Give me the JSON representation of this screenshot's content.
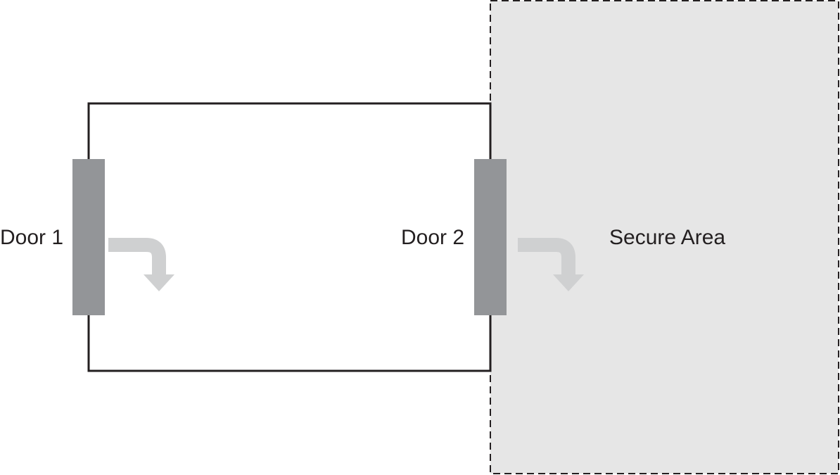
{
  "diagram": {
    "labels": {
      "door1": "Door 1",
      "door2": "Door 2",
      "secure_area": "Secure Area"
    },
    "colors": {
      "background": "#ffffff",
      "secure_area_fill": "#e6e6e6",
      "outline": "#231f20",
      "door": "#939598",
      "arrow": "#cfd0d1",
      "text": "#231f20"
    },
    "icons": {
      "door1_direction": "bent-arrow-down-icon",
      "door2_direction": "bent-arrow-down-icon"
    }
  }
}
